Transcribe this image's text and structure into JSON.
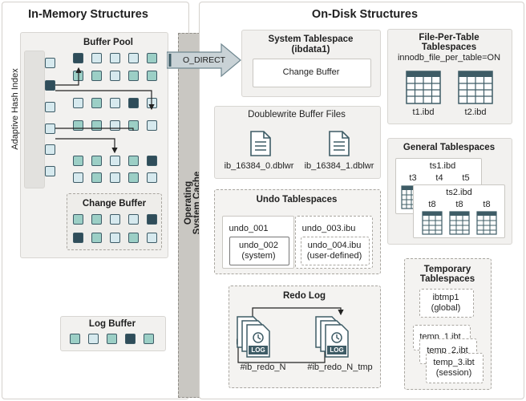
{
  "in_memory": {
    "header": "In-Memory Structures",
    "buffer_pool": "Buffer Pool",
    "adaptive_hash_index": "Adaptive Hash Index",
    "change_buffer": "Change Buffer",
    "log_buffer": "Log Buffer"
  },
  "os_cache": {
    "line1": "Operating",
    "line2": "System Cache",
    "o_direct": "O_DIRECT"
  },
  "on_disk": {
    "header": "On-Disk Structures",
    "system_tablespace": {
      "title_line1": "System Tablespace",
      "title_line2": "(ibdata1)",
      "change_buffer": "Change Buffer"
    },
    "file_per_table": {
      "title_line1": "File-Per-Table",
      "title_line2": "Tablespaces",
      "setting": "innodb_file_per_table=ON",
      "file1": "t1.ibd",
      "file2": "t2.ibd"
    },
    "doublewrite": {
      "title": "Doublewrite Buffer Files",
      "file1": "ib_16384_0.dblwr",
      "file2": "ib_16384_1.dblwr"
    },
    "general": {
      "title": "General Tablespaces",
      "ts1": "ts1.ibd",
      "t3": "t3",
      "t4": "t4",
      "t5": "t5",
      "ts2": "ts2.ibd",
      "t8a": "t8",
      "t8b": "t8",
      "t8c": "t8"
    },
    "undo": {
      "title": "Undo Tablespaces",
      "undo_001": "undo_001",
      "undo_002": "undo_002",
      "undo_002_sub": "(system)",
      "undo_003": "undo_003.ibu",
      "undo_004": "undo_004.ibu",
      "undo_004_sub": "(user-defined)"
    },
    "redo": {
      "title": "Redo Log",
      "log_icon_text": "LOG",
      "file1": "#ib_redo_N",
      "file2": "#ib_redo_N_tmp"
    },
    "temporary": {
      "title_line1": "Temporary",
      "title_line2": "Tablespaces",
      "ibtmp1": "ibtmp1",
      "ibtmp1_sub": "(global)",
      "temp1": "temp_1.ibt",
      "temp2": "temp_2.ibt",
      "temp3": "temp_3.ibt",
      "temp3_sub": "(session)"
    }
  },
  "colors": {
    "light_page": "#d6e9ee",
    "mid_page": "#9ccfc6",
    "dark_page": "#2f4d5a",
    "os_cache_band": "#c9c7c2",
    "panel_fill": "#f2f1ef"
  }
}
